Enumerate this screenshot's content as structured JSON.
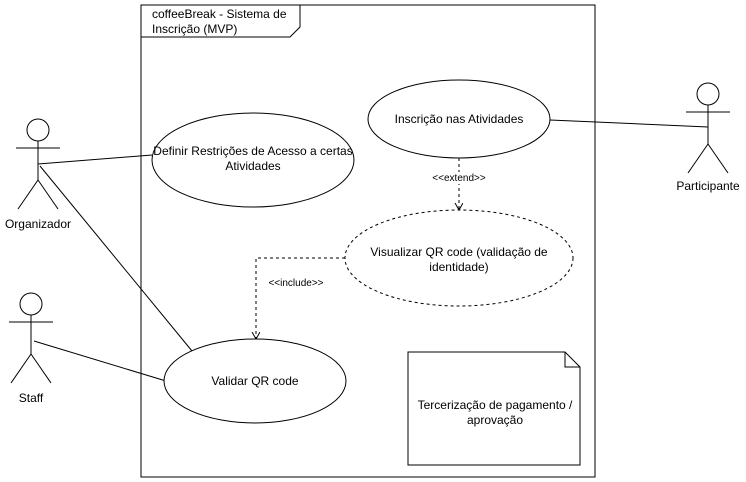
{
  "system": {
    "title_line1": "coffeeBreak - Sistema de",
    "title_line2": "Inscrição (MVP)"
  },
  "actors": {
    "organizador": "Organizador",
    "staff": "Staff",
    "participante": "Participante"
  },
  "use_cases": {
    "definir_line1": "Definir Restrições de Acesso a certas",
    "definir_line2": "Atividades",
    "inscricao": "Inscrição nas Atividades",
    "visualizar_line1": "Visualizar QR code (validação de",
    "visualizar_line2": "identidade)",
    "validar": "Validar QR code"
  },
  "relations": {
    "extend": "<<extend>>",
    "include": "<<include>>"
  },
  "note": {
    "line1": "Tercerização de pagamento /",
    "line2": "aprovação"
  },
  "colors": {
    "stroke": "#000000",
    "background": "#ffffff"
  }
}
